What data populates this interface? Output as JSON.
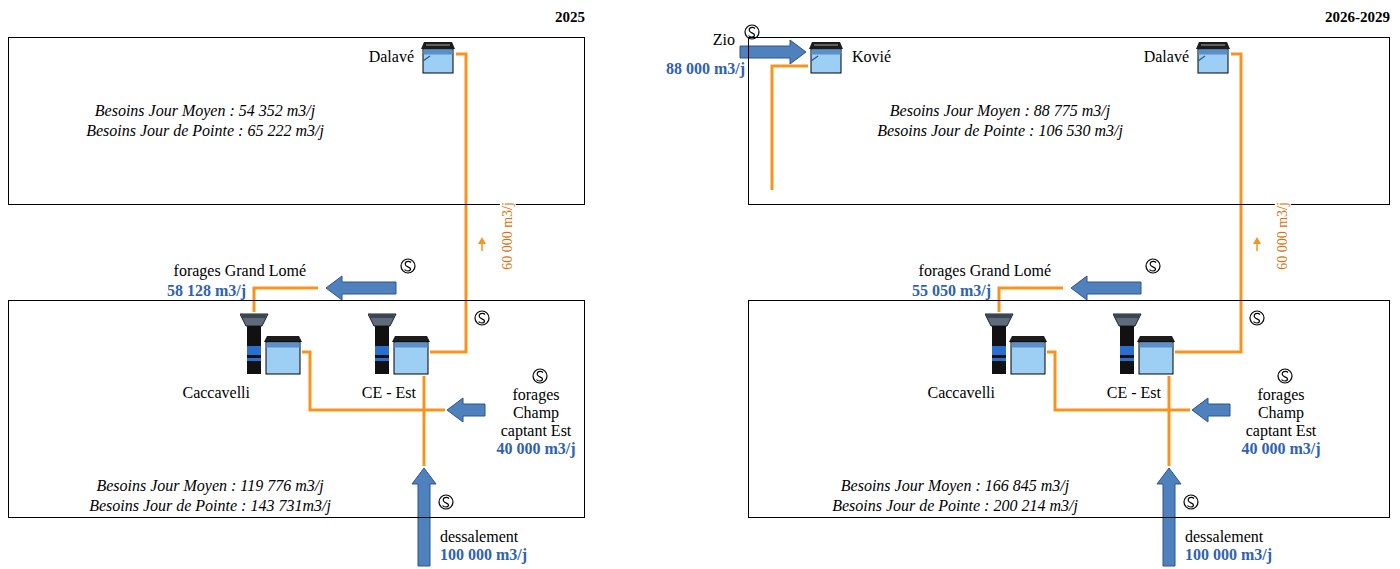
{
  "diagram": {
    "nodes": [
      {
        "text": [
          "Besoins Jour Moyen : 54 352 m3/j",
          "Besoins Jour de Pointe : 65 222 m3/j"
        ]
      },
      {
        "text": [
          "Dalavé"
        ],
        "in": 0
      },
      {
        "text": [
          "Besoins Jour Moyen : 119 776 m3/j",
          "Besoins Jour de Pointe : 143 731m3/j"
        ]
      },
      {
        "text": [
          "Caccavelli"
        ],
        "in": 2
      },
      {
        "text": [
          "CE - Est"
        ],
        "in": 2
      },
      {
        "text": [
          "Besoins Jour Moyen : 88 775 m3/j",
          "Besoins Jour de Pointe : 106 530 m3/j"
        ]
      },
      {
        "text": [
          "Kovié"
        ],
        "in": 5
      },
      {
        "text": [
          "Dalavé"
        ],
        "in": 5
      },
      {
        "text": [
          "Besoins Jour Moyen : 166 845 m3/j",
          "Besoins Jour de Pointe : 200 214 m3/j"
        ]
      },
      {
        "text": [
          "Caccavelli"
        ],
        "in": 8
      },
      {
        "text": [
          "CE - Est"
        ],
        "in": 8
      }
    ],
    "edges": [
      {
        "from": 3,
        "to": 4,
        "arrow": "none"
      },
      {
        "from": 4,
        "to": 1,
        "arrow": "none",
        "label": "60 000 m3/j"
      },
      {
        "from": 9,
        "to": 10,
        "arrow": "none"
      },
      {
        "from": 10,
        "to": 7,
        "arrow": "none",
        "label": "60 000 m3/j"
      }
    ],
    "labels": [
      "2025",
      "forages Grand Lomé",
      "58 128 m3/j",
      "forages Champ captant Est",
      "40 000 m3/j",
      "dessalement",
      "100 000 m3/j",
      "2026-2029",
      "Zio",
      "88 000 m3/j",
      "forages Grand Lomé",
      "55 050 m3/j",
      "forages Champ captant Est",
      "40 000 m3/j",
      "dessalement",
      "100 000 m3/j"
    ]
  }
}
